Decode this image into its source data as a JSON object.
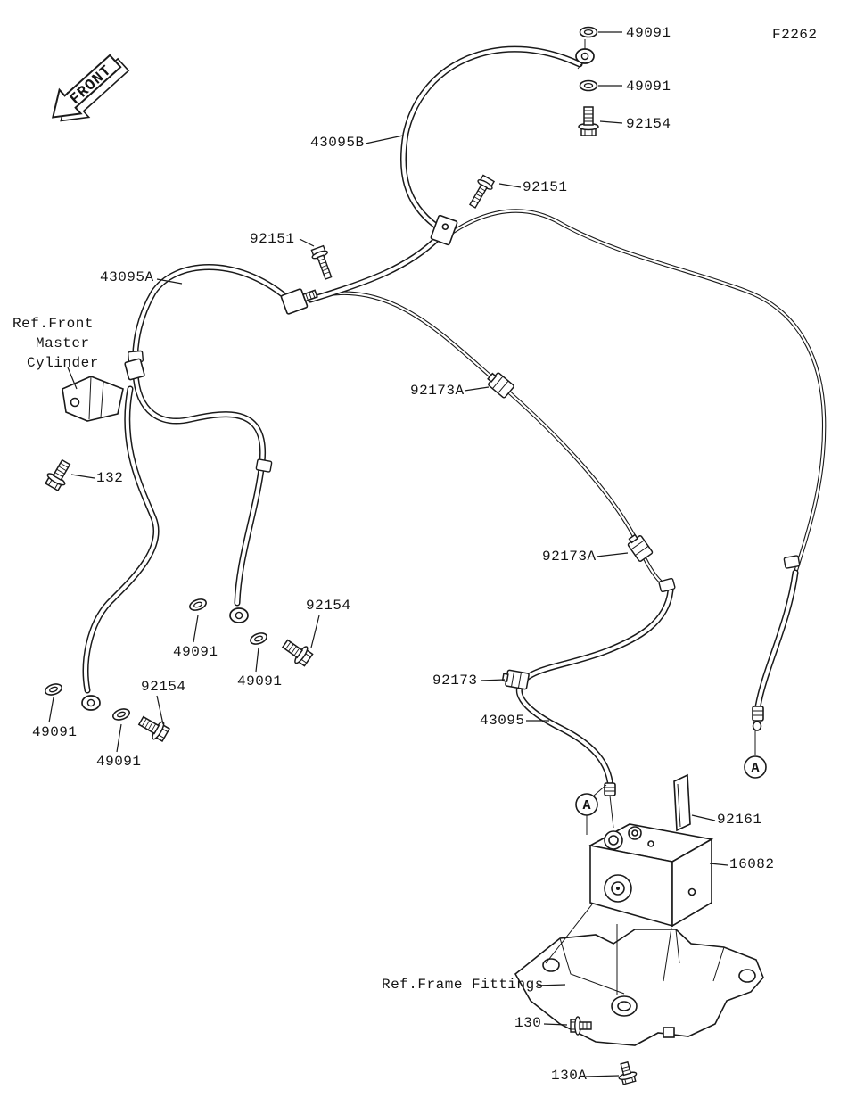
{
  "figure": {
    "code": "F2262",
    "front_arrow_label": "FRONT"
  },
  "callouts": {
    "a_left": "A",
    "a_right": "A"
  },
  "ref_notes": {
    "front_master_line1": "Ref.Front",
    "front_master_line2": "Master",
    "front_master_line3": "Cylinder",
    "frame_fittings": "Ref.Frame Fittings"
  },
  "part_labels": {
    "washer_top_upper": "49091",
    "washer_top_lower": "49091",
    "bolt_top": "92154",
    "hose_upper": "43095B",
    "screw_upper": "92151",
    "screw_mid": "92151",
    "hose_left": "43095A",
    "bolt_master_bracket": "132",
    "clamp_upper": "92173A",
    "clamp_mid": "92173A",
    "clamp_lower": "92173",
    "bolt_mid": "92154",
    "washer_mid_upper": "49091",
    "washer_mid_lower": "49091",
    "bolt_lower_left": "92154",
    "washer_lower_left_outer": "49091",
    "washer_lower_left_inner": "49091",
    "hose_abs": "43095",
    "bracket_plate": "92161",
    "abs_unit": "16082",
    "bolt_bracket_side": "130",
    "bolt_bracket_bottom": "130A"
  }
}
